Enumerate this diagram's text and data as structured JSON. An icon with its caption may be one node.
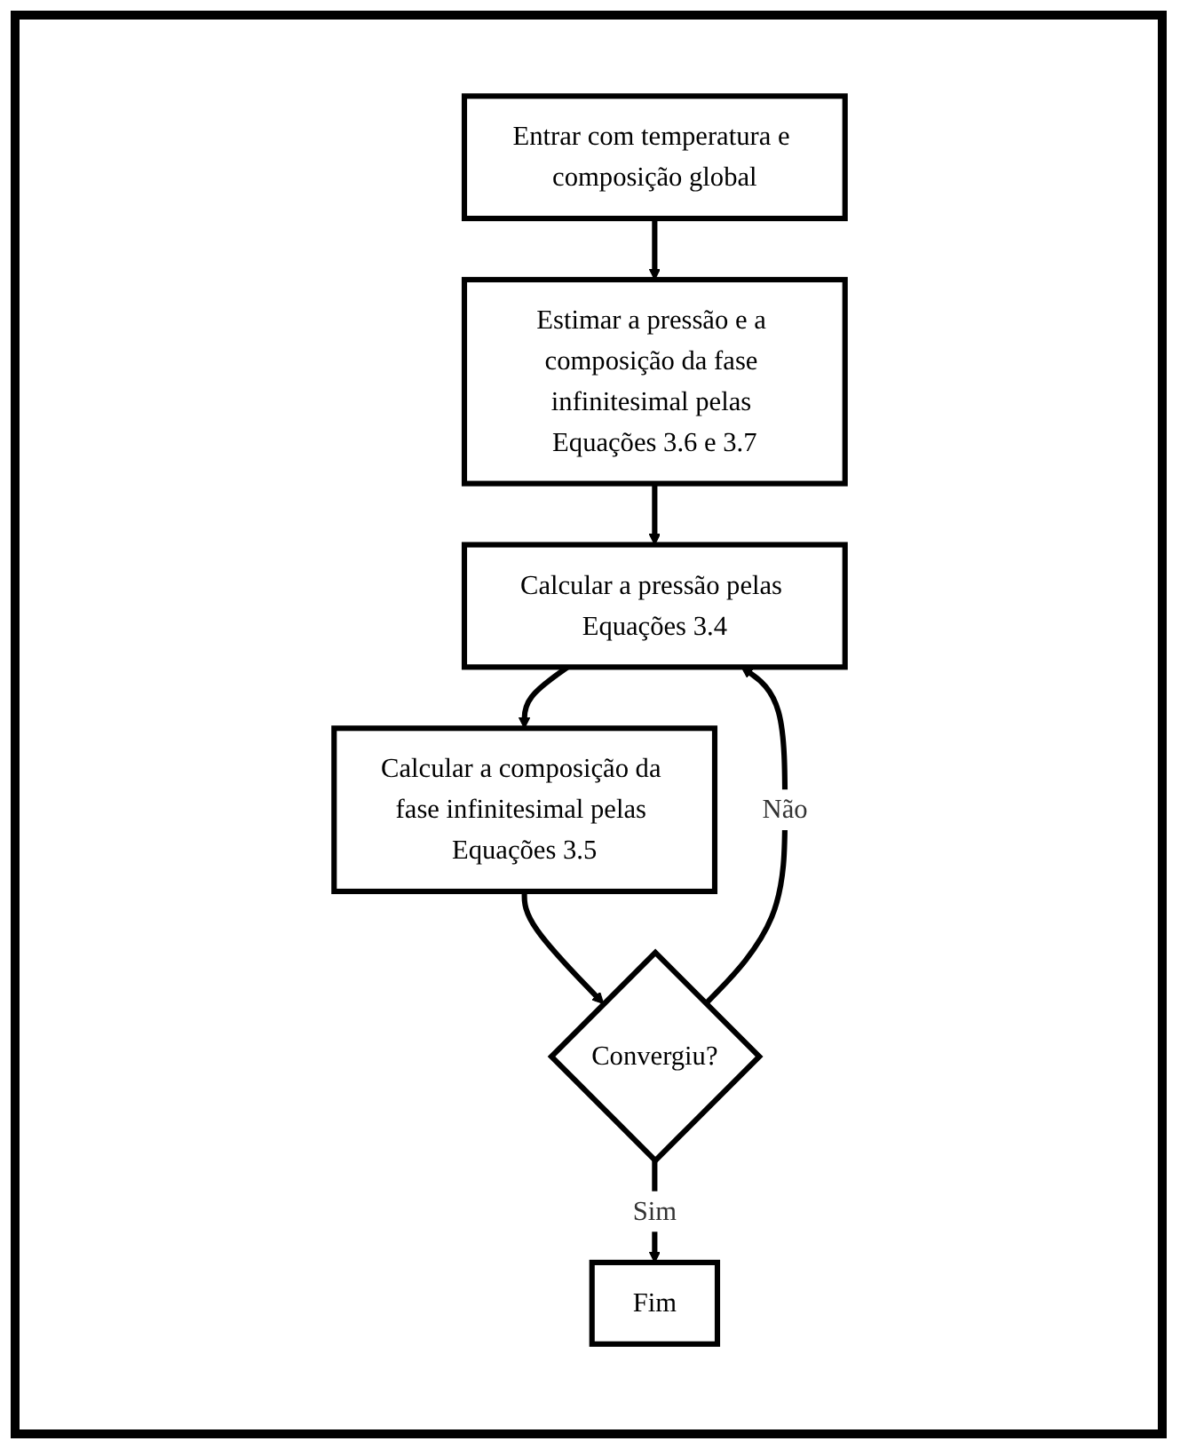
{
  "diagram": {
    "nodes": [
      {
        "text": [
          "Entrar com temperatura e composição global"
        ]
      },
      {
        "text": [
          "Estimar a pressão e a composição da fase infinitesimal pelas Equações 3.6 e 3.7"
        ]
      },
      {
        "text": [
          "Calcular a pressão pelas Equações 3.4"
        ]
      },
      {
        "text": [
          "Calcular a composição da fase infinitesimal pelas Equações 3.5"
        ]
      },
      {
        "text": [
          "Convergiu?"
        ]
      },
      {
        "text": [
          "Fim"
        ]
      }
    ],
    "edges": [
      {
        "from": 0,
        "to": 1,
        "arrow": "to"
      },
      {
        "from": 1,
        "to": 2,
        "arrow": "to"
      },
      {
        "from": 2,
        "to": 3,
        "arrow": "to"
      },
      {
        "from": 3,
        "to": 4,
        "arrow": "to"
      },
      {
        "from": 4,
        "to": 2,
        "arrow": "to",
        "label": "Não"
      },
      {
        "from": 4,
        "to": 5,
        "arrow": "to",
        "label": "Sim"
      }
    ]
  }
}
